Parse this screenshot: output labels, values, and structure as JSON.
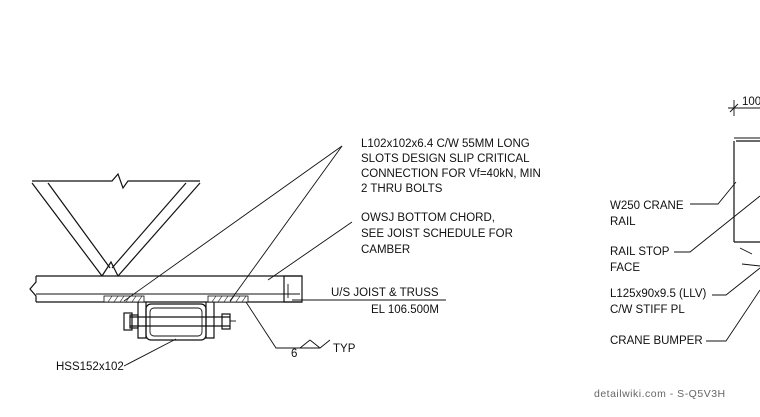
{
  "callouts": {
    "angle_connection": [
      "L102x102x6.4 C/W 55MM LONG",
      "SLOTS DESIGN SLIP CRITICAL",
      "CONNECTION FOR Vf=40kN, MIN",
      "2 THRU BOLTS"
    ],
    "owsj_chord": [
      "OWSJ BOTTOM CHORD,",
      "SEE JOIST SCHEDULE FOR",
      "CAMBER"
    ],
    "us_joist": "U/S JOIST & TRUSS",
    "elevation": "EL 106.500M",
    "weld_size": "6",
    "weld_typ": "TYP",
    "hss": "HSS152x102",
    "w250_rail": [
      "W250 CRANE",
      "RAIL"
    ],
    "rail_stop": [
      "RAIL STOP",
      "FACE"
    ],
    "angle_stiff": [
      "L125x90x9.5 (LLV)",
      "C/W STIFF PL"
    ],
    "crane_bumper": "CRANE BUMPER",
    "dimension_partial": "100"
  },
  "watermark": "detailwiki.com - S-Q5V3H"
}
